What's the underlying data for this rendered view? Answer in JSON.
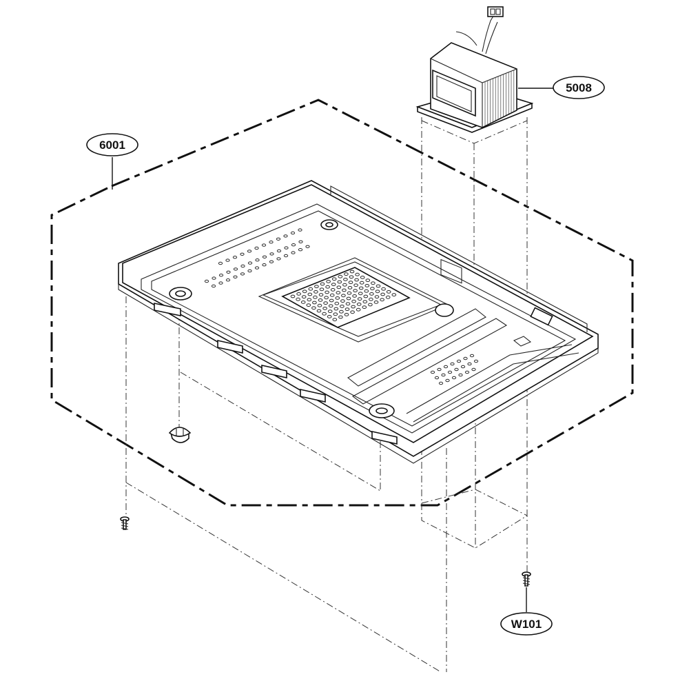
{
  "callouts": {
    "assembly": "6001",
    "transformer": "5008",
    "screw": "W101"
  }
}
